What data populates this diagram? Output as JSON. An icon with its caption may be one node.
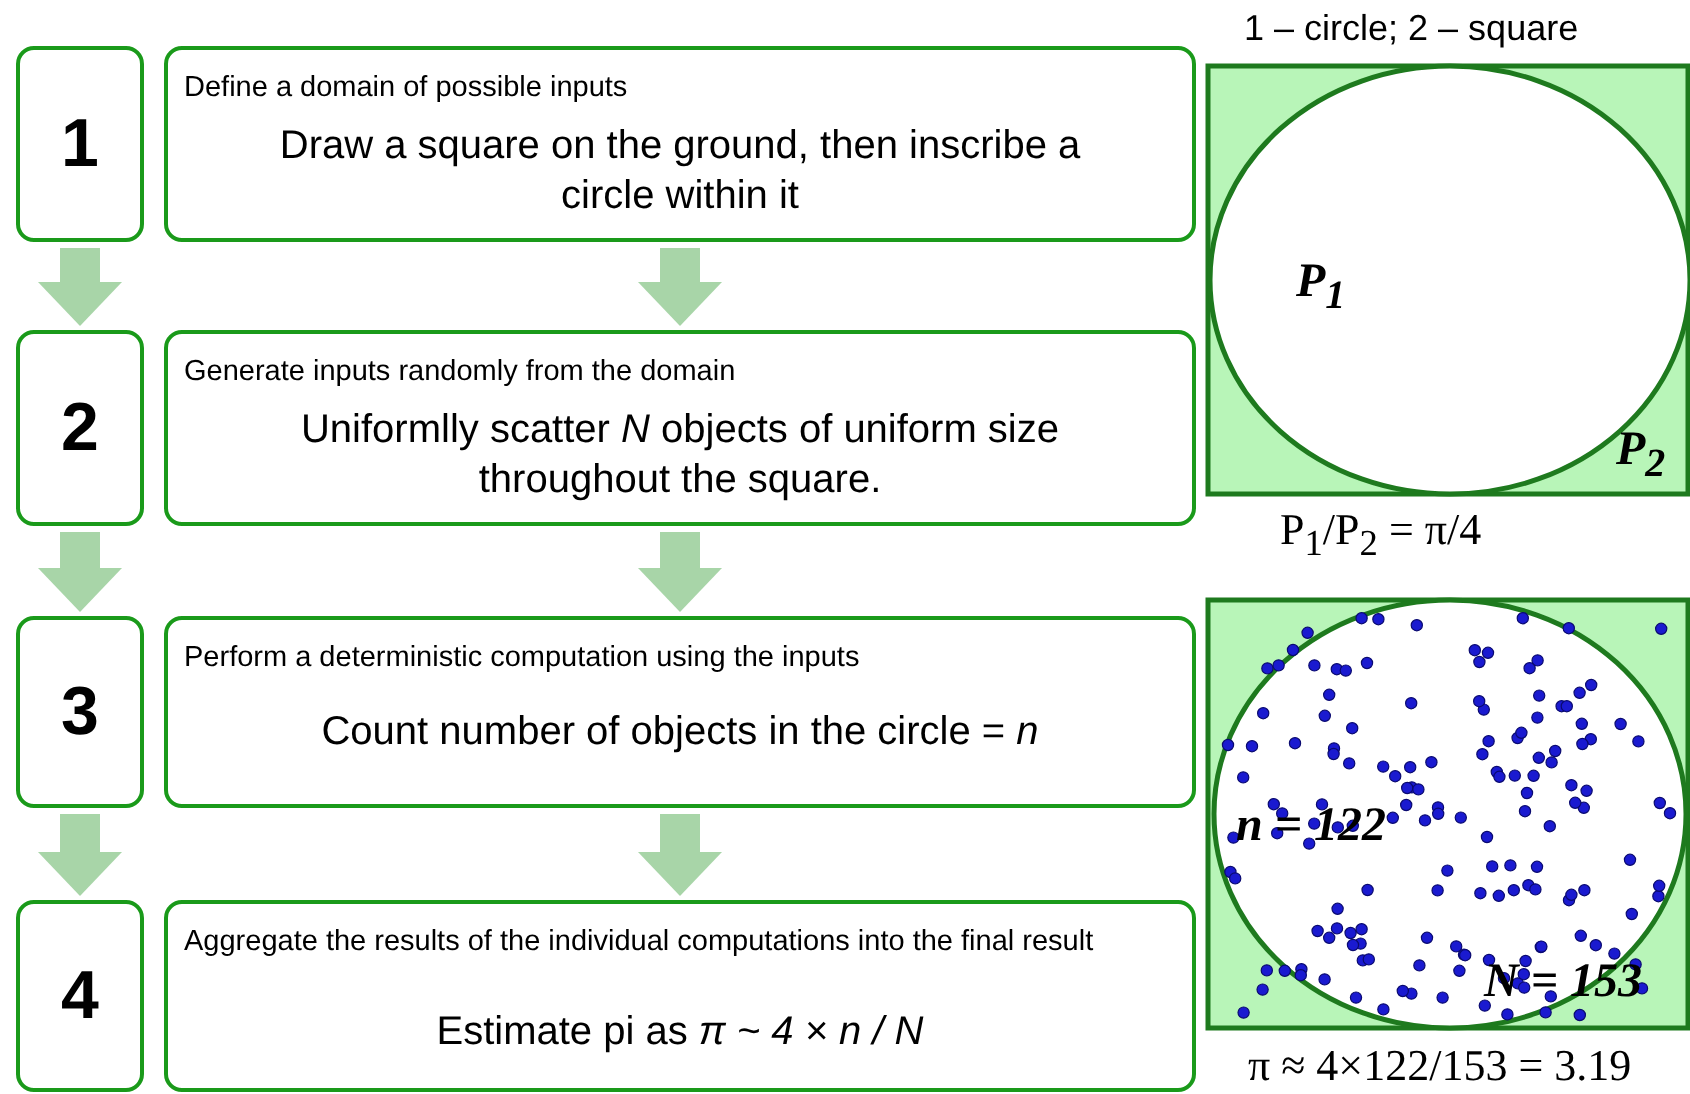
{
  "diagram": {
    "nodes": [
      {
        "text": [
          "1"
        ]
      },
      {
        "text": [
          "2"
        ]
      },
      {
        "text": [
          "3"
        ]
      },
      {
        "text": [
          "4"
        ]
      },
      {
        "text": [
          "Define a domain of possible inputs",
          "Draw a square on the ground, then inscribe a circle within it"
        ]
      },
      {
        "text": [
          "Generate inputs randomly from the domain",
          "Uniformlly scatter *N* objects of uniform size throughout the square."
        ]
      },
      {
        "text": [
          "Perform a deterministic computation using the inputs",
          "Count number of objects in the circle = *n*"
        ]
      },
      {
        "text": [
          "Aggregate the results of the individual computations into the final result",
          "Estimate pi as *π ~ 4 × n / N*"
        ]
      }
    ],
    "edges": [
      {
        "from": 0,
        "to": 1,
        "arrow": "to"
      },
      {
        "from": 1,
        "to": 2,
        "arrow": "to"
      },
      {
        "from": 2,
        "to": 3,
        "arrow": "to"
      },
      {
        "from": 4,
        "to": 5,
        "arrow": "to"
      },
      {
        "from": 5,
        "to": 6,
        "arrow": "to"
      },
      {
        "from": 6,
        "to": 7,
        "arrow": "to"
      }
    ],
    "labels": [
      "1 – circle; 2 – square",
      "P$_{1}$",
      "P$_{2}$",
      "P$_{1}$/P$_{2}$ = π/4",
      "n = 122",
      "N = 153",
      "π ≈ 4×122/153 = 3.19"
    ]
  }
}
